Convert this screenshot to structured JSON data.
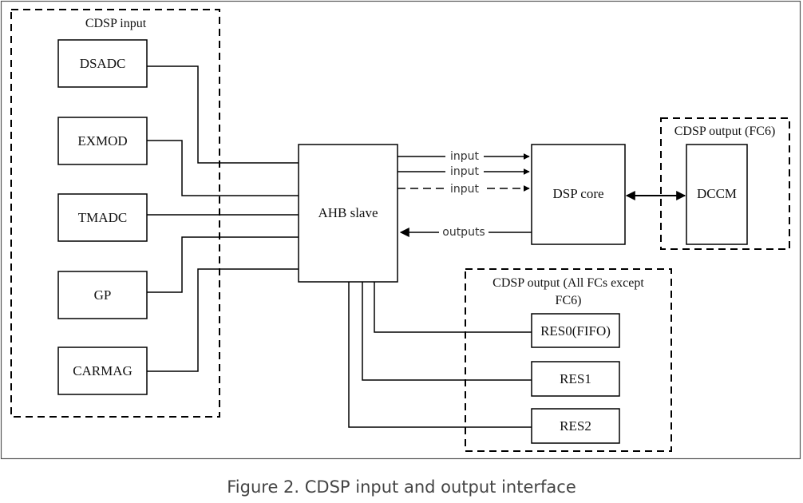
{
  "groups": {
    "input": "CDSP input",
    "output_fc6": "CDSP output (FC6)",
    "output_all_line1": "CDSP output (All FCs except",
    "output_all_line2": "FC6)"
  },
  "blocks": {
    "dsadc": "DSADC",
    "exmod": "EXMOD",
    "tmadc": "TMADC",
    "gp": "GP",
    "carmag": "CARMAG",
    "ahb": "AHB slave",
    "dsp": "DSP core",
    "dccm": "DCCM",
    "res0": "RES0(FIFO)",
    "res1": "RES1",
    "res2": "RES2"
  },
  "arrows": {
    "input1": "input",
    "input2": "input",
    "input3": "input",
    "outputs": "outputs"
  },
  "caption": "Figure 2. CDSP input and output interface"
}
